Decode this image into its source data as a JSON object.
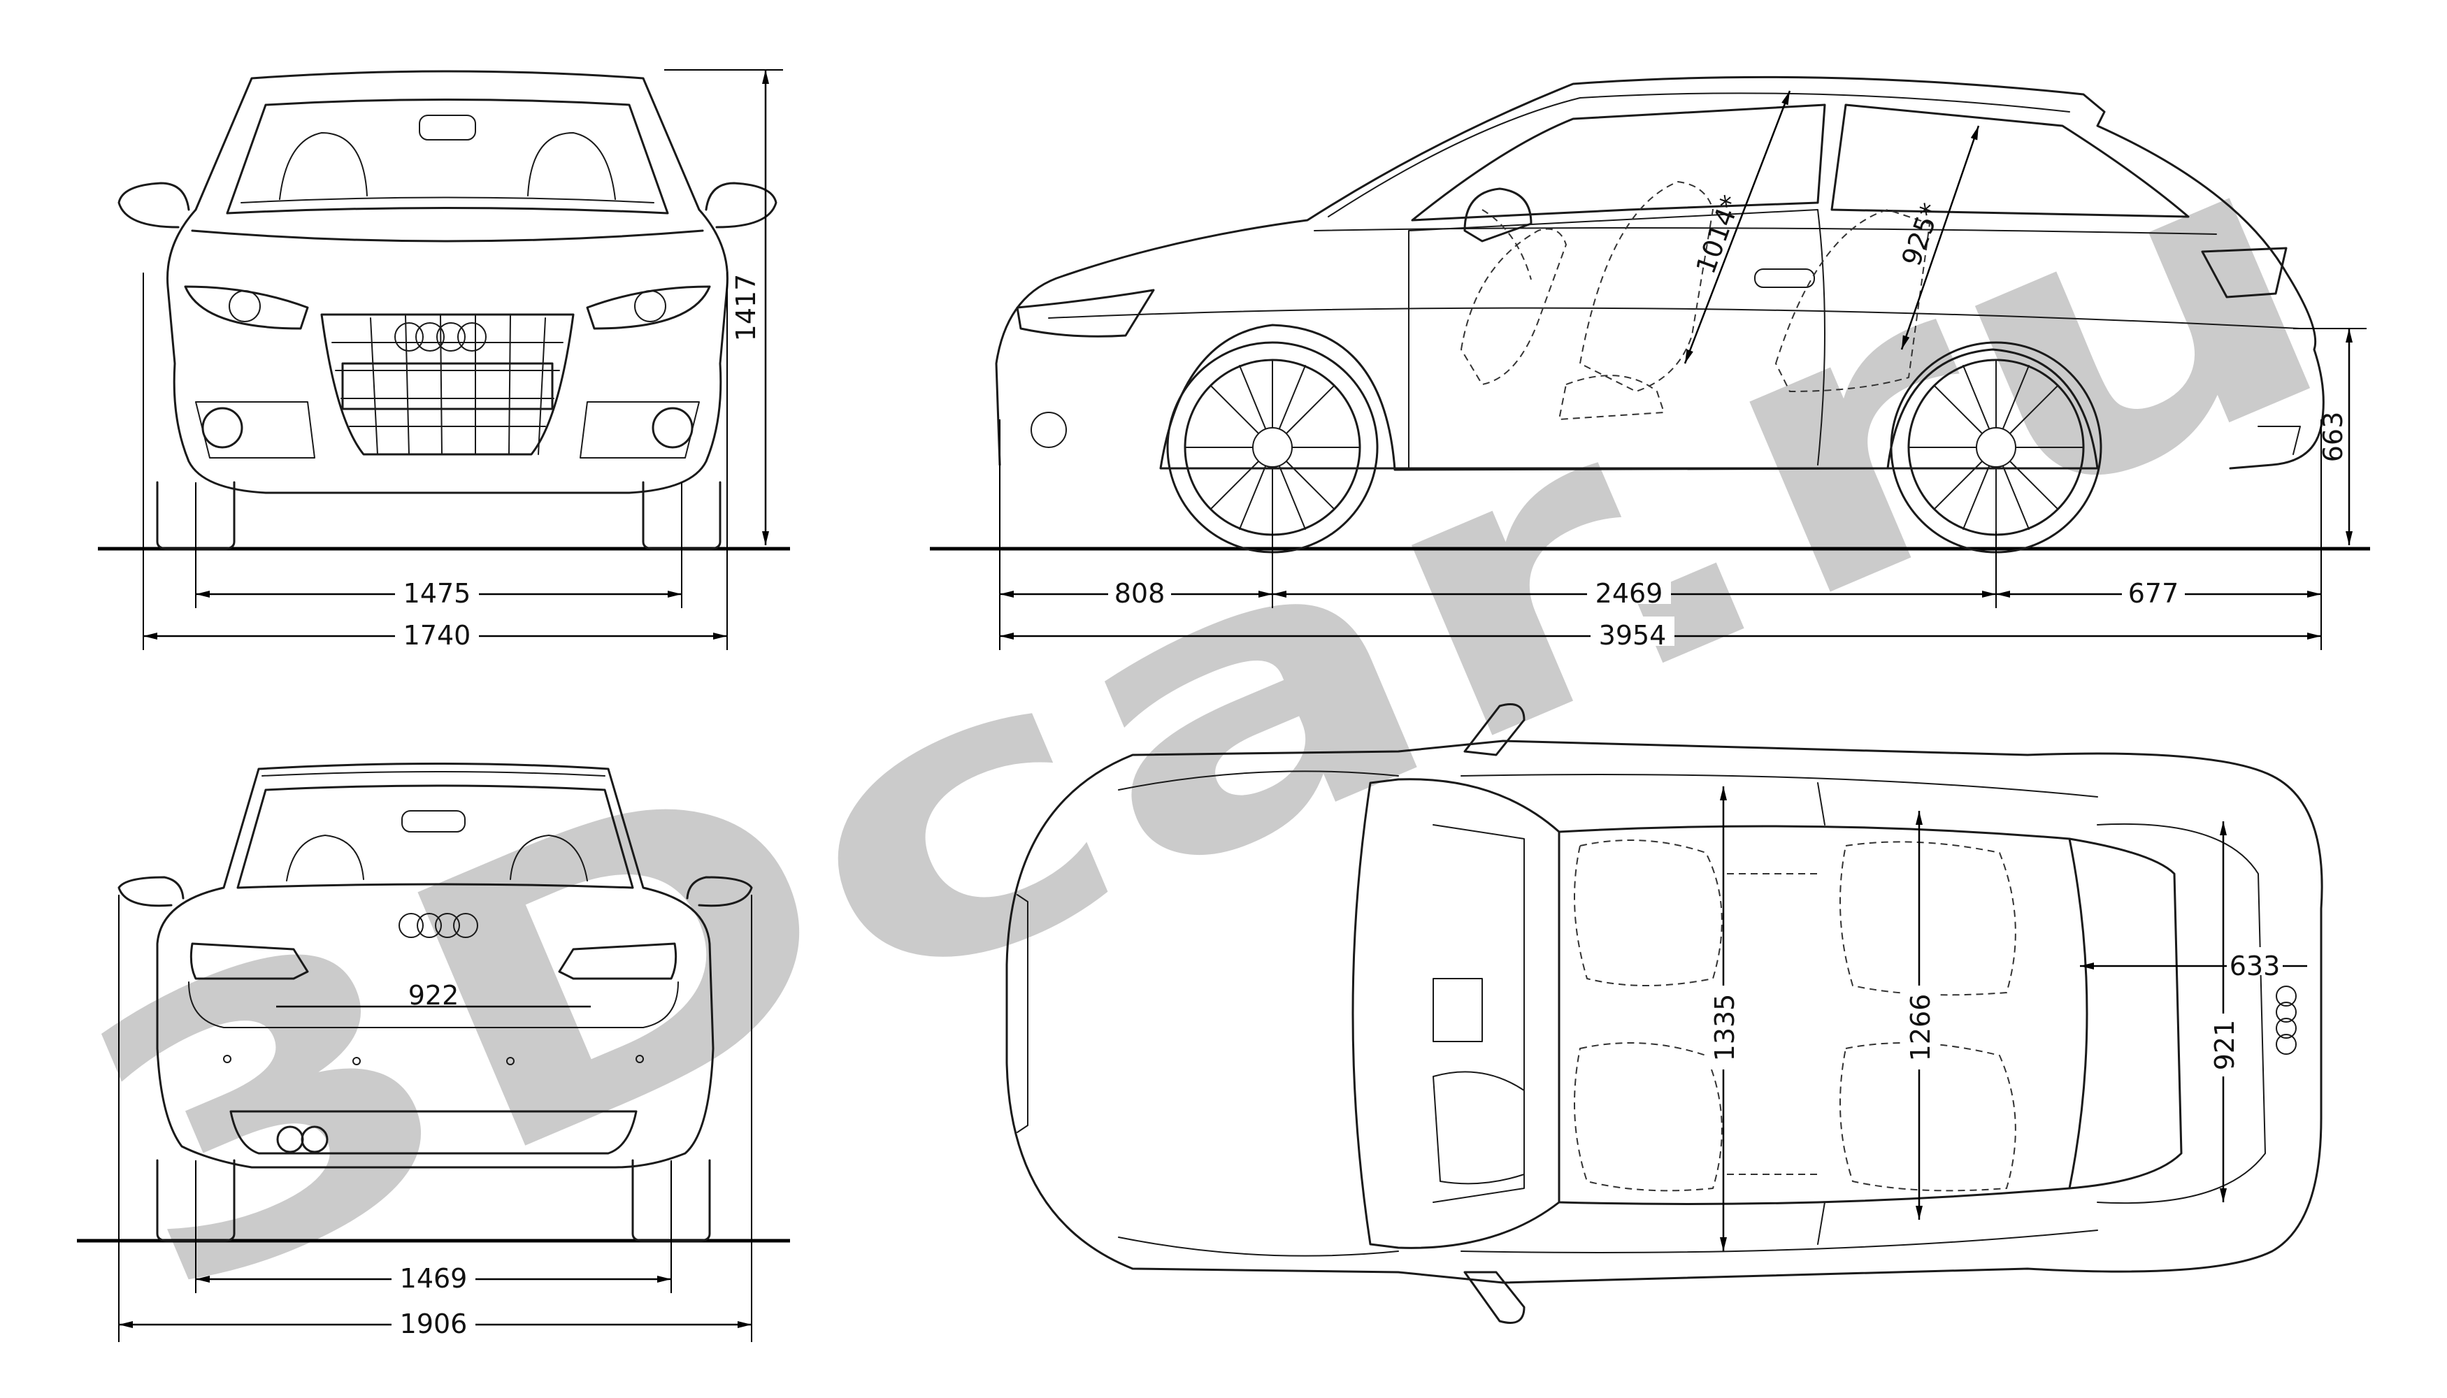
{
  "watermark": "3Dcar.ru",
  "front_view": {
    "height": "1417",
    "track": "1475",
    "width": "1740"
  },
  "side_view": {
    "front_overhang": "808",
    "wheelbase": "2469",
    "rear_overhang": "677",
    "length": "3954",
    "rear_height": "663",
    "front_headroom": "1014*",
    "rear_headroom": "925*"
  },
  "rear_view": {
    "tailgate_width": "922",
    "track": "1469",
    "mirror_width": "1906"
  },
  "top_view": {
    "front_shoulder": "1335",
    "rear_shoulder": "1266",
    "trunk_length": "633",
    "trunk_width": "921"
  }
}
